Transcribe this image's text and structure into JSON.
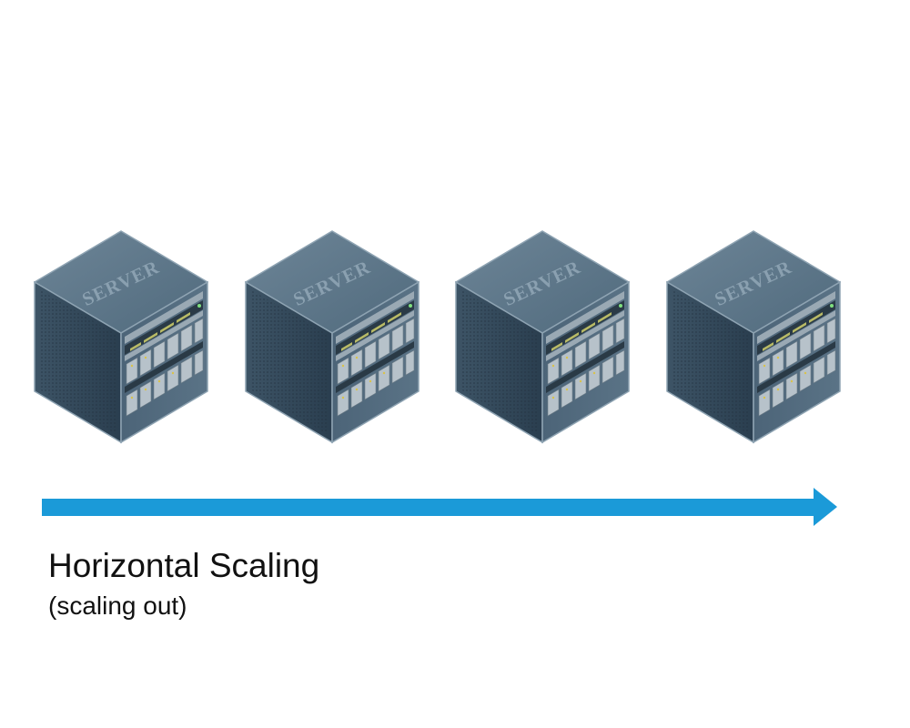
{
  "servers": [
    {
      "label": "SERVER"
    },
    {
      "label": "SERVER"
    },
    {
      "label": "SERVER"
    },
    {
      "label": "SERVER"
    }
  ],
  "caption": {
    "title": "Horizontal Scaling",
    "subtitle": "(scaling out)"
  },
  "colors": {
    "arrow": "#1b9ad8",
    "server_top": "#5d7688",
    "server_left": "#32495c",
    "server_front": "#465e71"
  }
}
